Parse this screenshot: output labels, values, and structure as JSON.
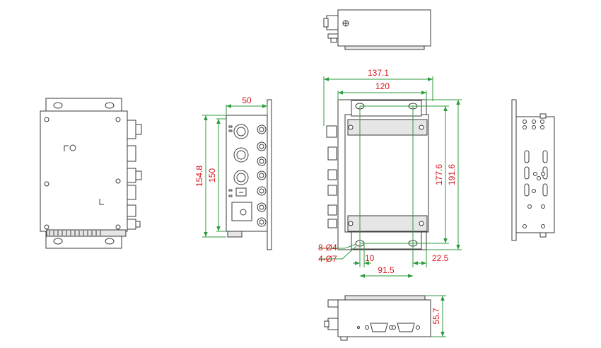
{
  "colors": {
    "outline": "#3a3a3a",
    "fill": "#ffffff",
    "shade": "#e6e6e6",
    "dimension_line": "#2e9a3e",
    "dimension_text": "#d8141c"
  },
  "dimensions": {
    "side_width": "50",
    "side_height_outer": "154.8",
    "side_height_inner": "150",
    "front_width_overall": "137.1",
    "front_width_mount": "120",
    "front_height_inner": "177.6",
    "front_height_outer": "191.6",
    "hole_small": "8-Ø4",
    "hole_large": "4-Ø7",
    "offset_left": "10",
    "hole_spacing": "91.5",
    "offset_right": "22.5",
    "bottom_height": "55.7"
  }
}
